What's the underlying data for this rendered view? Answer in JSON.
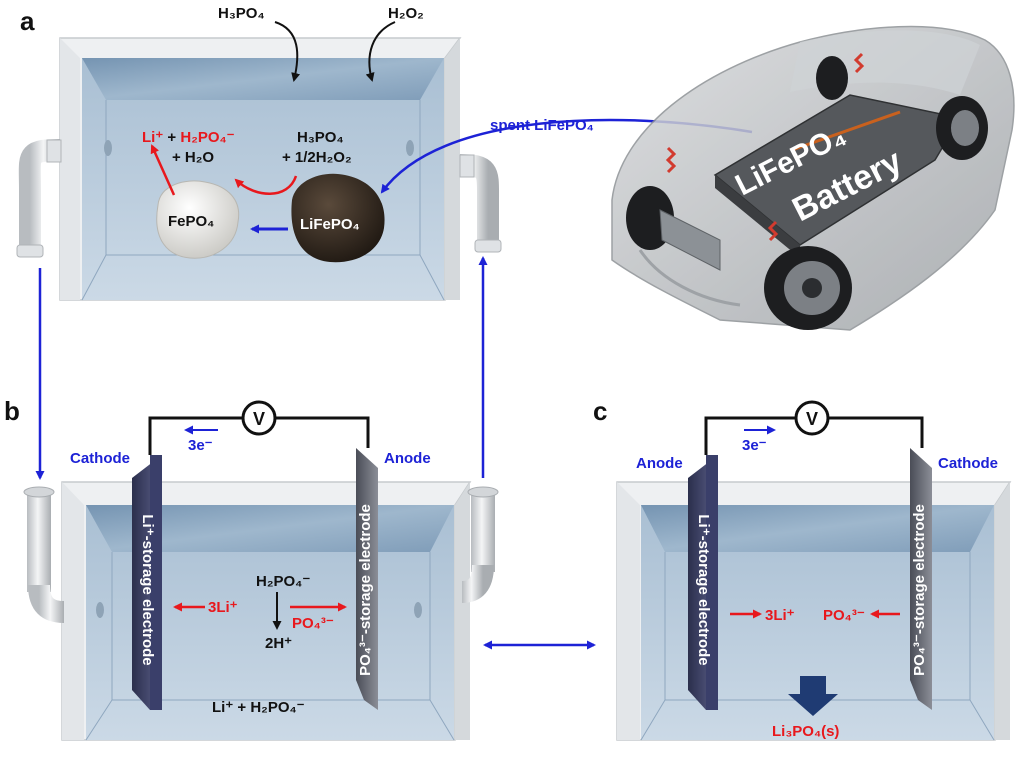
{
  "panels": {
    "a": "a",
    "b": "b",
    "c": "c"
  },
  "panel_a": {
    "reagent_1": "H₃PO₄",
    "reagent_2": "H₂O₂",
    "product_line1_li": "Li⁺",
    "product_line1_plus": " + ",
    "product_line1_h2po4": "H₂PO₄⁻",
    "product_line2": "+ H₂O",
    "oxidant_line1": "H₃PO₄",
    "oxidant_line2": "+ 1/2H₂O₂",
    "fepo4": "FePO₄",
    "lifepo4": "LiFePO₄",
    "spent_label": "spent LiFePO₄",
    "battery_line1": "LiFePO₄",
    "battery_line2": "Battery"
  },
  "panel_b": {
    "voltmeter": "V",
    "electrons": "3e⁻",
    "cathode": "Cathode",
    "anode": "Anode",
    "left_electrode": "Li⁺-storage electrode",
    "right_electrode": "PO₄³⁻-storage electrode",
    "li_flux": "3Li⁺",
    "po4_flux": "PO₄³⁻",
    "h2po4": "H₂PO₄⁻",
    "proton": "2H⁺",
    "electrolyte": "Li⁺ + H₂PO₄⁻"
  },
  "panel_c": {
    "voltmeter": "V",
    "electrons": "3e⁻",
    "anode": "Anode",
    "cathode": "Cathode",
    "left_electrode": "Li⁺-storage electrode",
    "right_electrode": "PO₄³⁻-storage electrode",
    "li_flux": "3Li⁺",
    "po4_flux": "PO₄³⁻",
    "precipitate": "Li₃PO₄(s)"
  },
  "colors": {
    "blue": "#1d22d6",
    "red": "#e8181d",
    "water": "#b9ccdc",
    "wall": "#f1f2f3"
  }
}
